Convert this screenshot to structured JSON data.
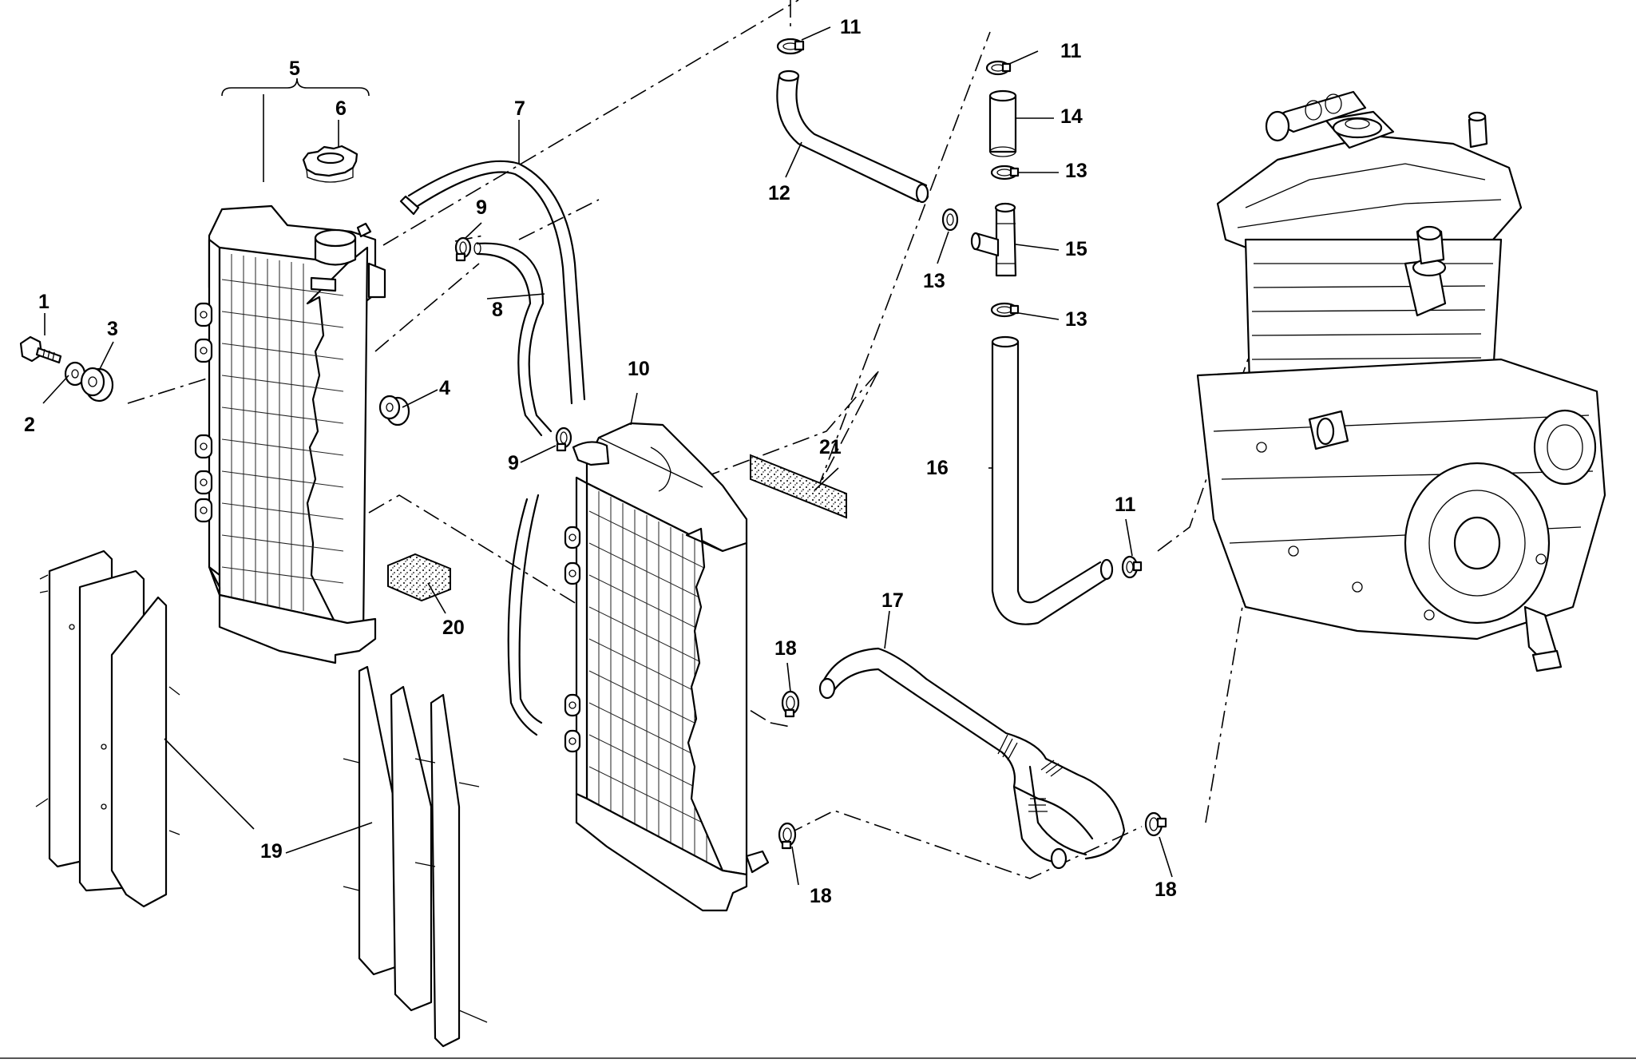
{
  "diagram": {
    "parts": [
      {
        "id": "1",
        "label": "1",
        "name": "bolt"
      },
      {
        "id": "2",
        "label": "2",
        "name": "washer"
      },
      {
        "id": "3",
        "label": "3",
        "name": "rubber grommet"
      },
      {
        "id": "4",
        "label": "4",
        "name": "spacer bushing"
      },
      {
        "id": "5",
        "label": "5",
        "name": "left radiator assembly"
      },
      {
        "id": "6",
        "label": "6",
        "name": "radiator cap"
      },
      {
        "id": "7",
        "label": "7",
        "name": "overflow hose"
      },
      {
        "id": "8",
        "label": "8",
        "name": "connecting hose"
      },
      {
        "id": "9a",
        "label": "9",
        "name": "hose clamp"
      },
      {
        "id": "9b",
        "label": "9",
        "name": "hose clamp"
      },
      {
        "id": "10",
        "label": "10",
        "name": "right radiator"
      },
      {
        "id": "11a",
        "label": "11",
        "name": "hose clamp"
      },
      {
        "id": "11b",
        "label": "11",
        "name": "hose clamp"
      },
      {
        "id": "11c",
        "label": "11",
        "name": "hose clamp"
      },
      {
        "id": "12",
        "label": "12",
        "name": "upper hose"
      },
      {
        "id": "13a",
        "label": "13",
        "name": "hose clamp"
      },
      {
        "id": "13b",
        "label": "13",
        "name": "hose clamp"
      },
      {
        "id": "13c",
        "label": "13",
        "name": "hose clamp"
      },
      {
        "id": "14",
        "label": "14",
        "name": "hose"
      },
      {
        "id": "15",
        "label": "15",
        "name": "t-fitting"
      },
      {
        "id": "16",
        "label": "16",
        "name": "hose"
      },
      {
        "id": "17",
        "label": "17",
        "name": "lower y-hose"
      },
      {
        "id": "18a",
        "label": "18",
        "name": "hose clamp"
      },
      {
        "id": "18b",
        "label": "18",
        "name": "hose clamp"
      },
      {
        "id": "18c",
        "label": "18",
        "name": "hose clamp"
      },
      {
        "id": "19",
        "label": "19",
        "name": "radiator guards"
      },
      {
        "id": "20",
        "label": "20",
        "name": "foam pad"
      },
      {
        "id": "21",
        "label": "21",
        "name": "foam strip"
      }
    ],
    "colors": {
      "line": "#000000",
      "background": "#ffffff"
    }
  }
}
